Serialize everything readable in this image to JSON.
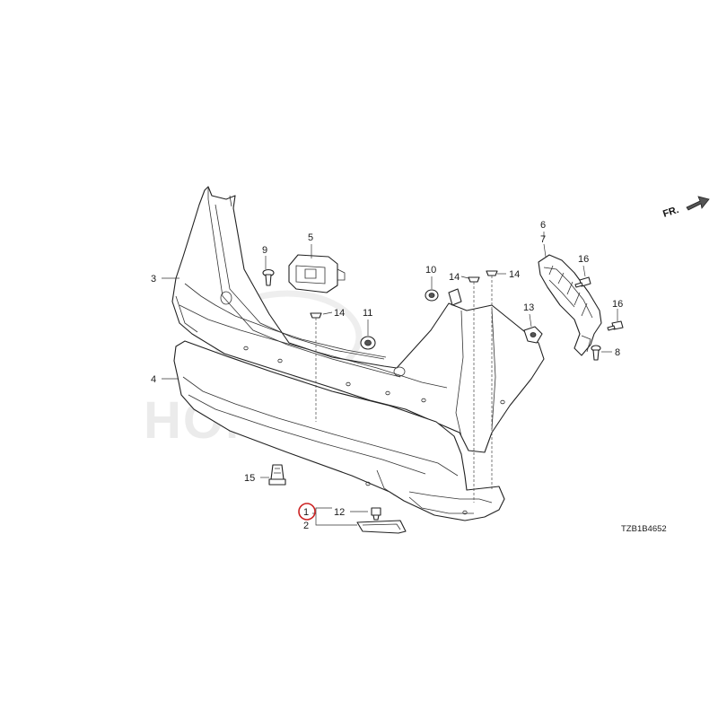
{
  "watermark": "HONDA",
  "direction": "FR.",
  "diagram_code": "TZB1B4652",
  "callouts": {
    "c1": "1",
    "c2": "2",
    "c3": "3",
    "c4": "4",
    "c5": "5",
    "c6": "6",
    "c7": "7",
    "c8": "8",
    "c9": "9",
    "c10": "10",
    "c11": "11",
    "c12": "12",
    "c13": "13",
    "c14a": "14",
    "c14b": "14",
    "c14c": "14",
    "c15": "15",
    "c16a": "16",
    "c16b": "16"
  },
  "highlight_color": "#cc2222"
}
